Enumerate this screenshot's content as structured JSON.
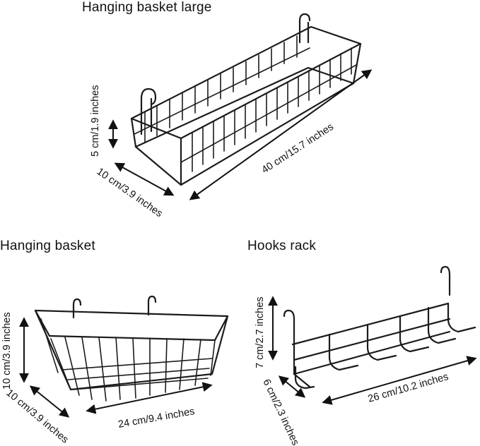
{
  "products": {
    "large_basket": {
      "title": "Hanging basket large",
      "height": "5 cm/1.9 inches",
      "depth": "10 cm/3.9 inches",
      "length": "40 cm/15.7 inches"
    },
    "basket": {
      "title": "Hanging basket",
      "height": "10 cm/3.9 inches",
      "depth": "10 cm/3.9 inches",
      "length": "24 cm/9.4 inches"
    },
    "hooks_rack": {
      "title": "Hooks rack",
      "height": "7 cm/2.7 inches",
      "depth": "6 cm/2.3 inches",
      "length": "26 cm/10.2 inches"
    }
  }
}
